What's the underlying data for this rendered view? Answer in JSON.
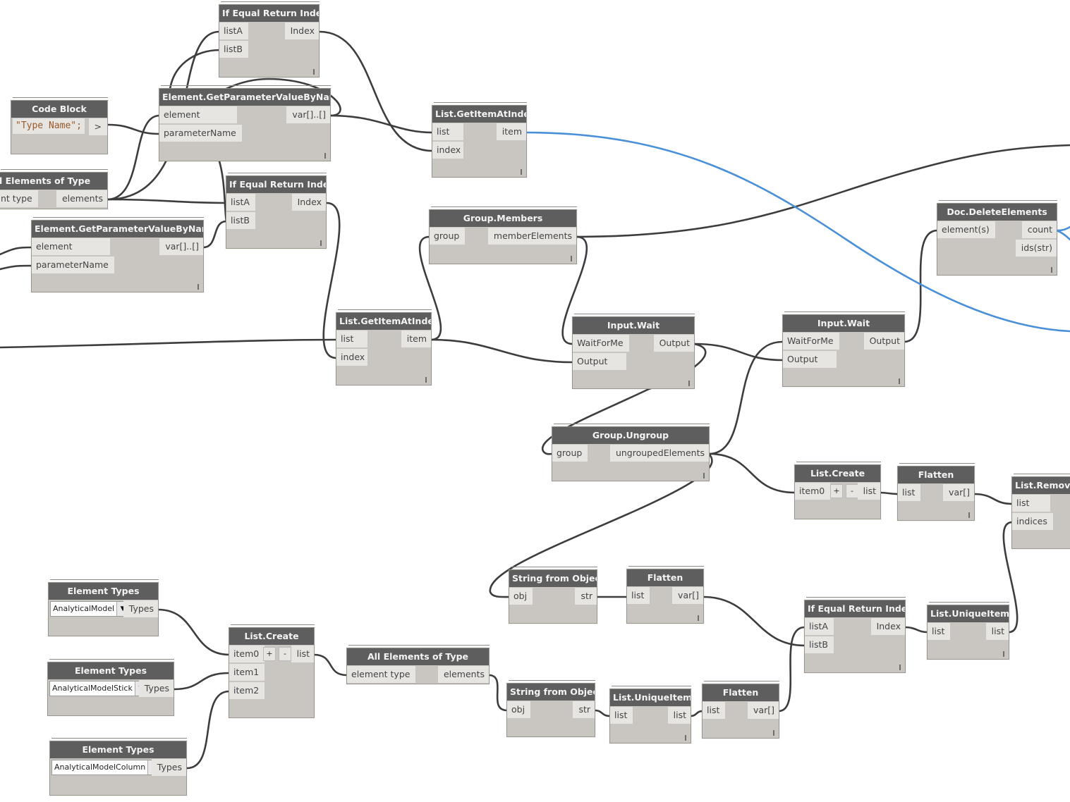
{
  "wire_colors": {
    "default": "#3d3d3d",
    "selected": "#4a90d9"
  },
  "node_colors": {
    "title_bar": "#5e5e5e",
    "body": "#c9c6c1",
    "port": "#e6e5e1"
  },
  "nodes": {
    "ifeq1": {
      "title": "If Equal Return Index",
      "in": [
        "listA",
        "listB"
      ],
      "out": [
        "Index"
      ]
    },
    "getparam1": {
      "title": "Element.GetParameterValueByName",
      "in": [
        "element",
        "parameterName"
      ],
      "out": [
        "var[]..[]"
      ]
    },
    "codeblock": {
      "title": "Code Block",
      "code": "\"Type Name\";",
      "out": [
        ">"
      ]
    },
    "allelem1": {
      "title": "l Elements of Type",
      "in": [
        "nt type"
      ],
      "out": [
        "elements"
      ]
    },
    "getparam2": {
      "title": "Element.GetParameterValueByName",
      "in": [
        "element",
        "parameterName"
      ],
      "out": [
        "var[]..[]"
      ]
    },
    "ifeq2": {
      "title": "If Equal Return Index",
      "in": [
        "listA",
        "listB"
      ],
      "out": [
        "Index"
      ]
    },
    "getitem1": {
      "title": "List.GetItemAtIndex",
      "in": [
        "list",
        "index"
      ],
      "out": [
        "item"
      ]
    },
    "groupmembers": {
      "title": "Group.Members",
      "in": [
        "group"
      ],
      "out": [
        "memberElements"
      ]
    },
    "getitem2": {
      "title": "List.GetItemAtIndex",
      "in": [
        "list",
        "index"
      ],
      "out": [
        "item"
      ]
    },
    "wait1": {
      "title": "Input.Wait",
      "in": [
        "WaitForMe",
        "Output"
      ],
      "out": [
        "Output"
      ]
    },
    "wait2": {
      "title": "Input.Wait",
      "in": [
        "WaitForMe",
        "Output"
      ],
      "out": [
        "Output"
      ]
    },
    "delete": {
      "title": "Doc.DeleteElements",
      "in": [
        "element(s)"
      ],
      "out": [
        "count",
        "ids(str)"
      ]
    },
    "ungroup": {
      "title": "Group.Ungroup",
      "in": [
        "group"
      ],
      "out": [
        "ungroupedElements"
      ]
    },
    "listcreate1": {
      "title": "List.Create",
      "in": [
        "item0"
      ],
      "buttons": [
        "+",
        "-"
      ],
      "out": [
        "list"
      ]
    },
    "flatten1": {
      "title": "Flatten",
      "in": [
        "list"
      ],
      "out": [
        "var[]"
      ]
    },
    "listremove": {
      "title": "List.Remove",
      "in": [
        "list",
        "indices"
      ]
    },
    "strobj1": {
      "title": "String from Object",
      "in": [
        "obj"
      ],
      "out": [
        "str"
      ]
    },
    "flatten2": {
      "title": "Flatten",
      "in": [
        "list"
      ],
      "out": [
        "var[]"
      ]
    },
    "ifeq3": {
      "title": "If Equal Return Index",
      "in": [
        "listA",
        "listB"
      ],
      "out": [
        "Index"
      ]
    },
    "unique1": {
      "title": "List.UniqueItems",
      "in": [
        "list"
      ],
      "out": [
        "list"
      ]
    },
    "etypes1": {
      "title": "Element Types",
      "selected": "AnalyticalModel",
      "out": [
        "Types"
      ]
    },
    "etypes2": {
      "title": "Element Types",
      "selected": "AnalyticalModelStick",
      "out": [
        "Types"
      ]
    },
    "etypes3": {
      "title": "Element Types",
      "selected": "AnalyticalModelColumn",
      "out": [
        "Types"
      ]
    },
    "listcreate2": {
      "title": "List.Create",
      "in": [
        "item0",
        "item1",
        "item2"
      ],
      "buttons": [
        "+",
        "-"
      ],
      "out": [
        "list"
      ]
    },
    "allelem2": {
      "title": "All Elements of Type",
      "in": [
        "element type"
      ],
      "out": [
        "elements"
      ]
    },
    "strobj2": {
      "title": "String from Object",
      "in": [
        "obj"
      ],
      "out": [
        "str"
      ]
    },
    "unique2": {
      "title": "List.UniqueItems",
      "in": [
        "list"
      ],
      "out": [
        "list"
      ]
    },
    "flatten3": {
      "title": "Flatten",
      "in": [
        "list"
      ],
      "out": [
        "var[]"
      ]
    }
  }
}
